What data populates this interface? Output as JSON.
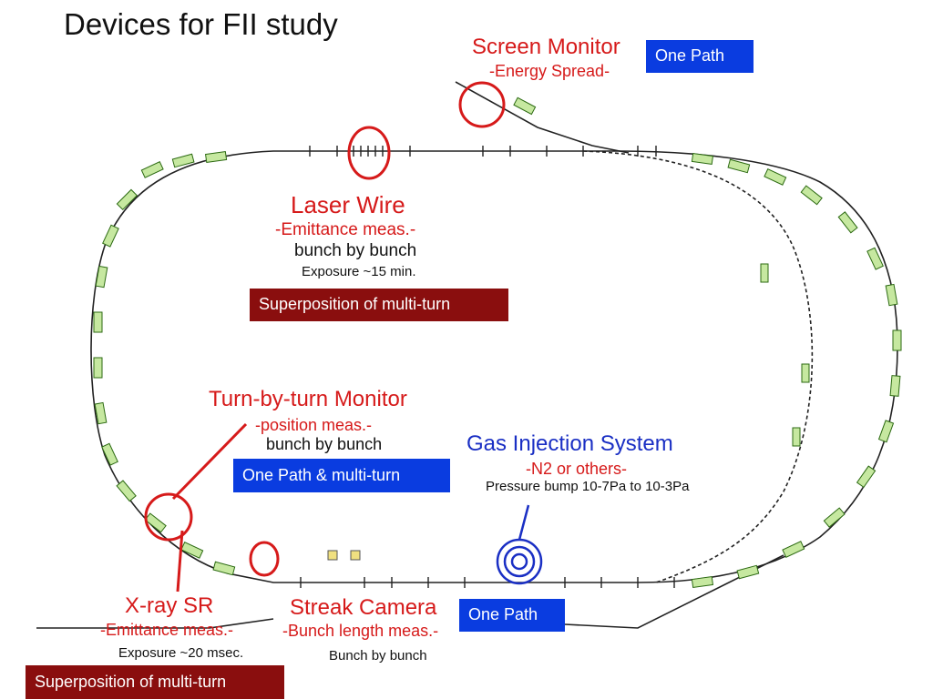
{
  "title": "Devices for FII study",
  "colors": {
    "accent_red": "#d61a1a",
    "accent_blue": "#1a2fc4",
    "badge_blue": "#0a3ce0",
    "badge_dark_red": "#8a0e0e",
    "magnet_green": "#c6e8a0"
  },
  "devices": {
    "screen_monitor": {
      "title": "Screen Monitor",
      "subtitle": "-Energy Spread-",
      "badge": "One Path"
    },
    "laser_wire": {
      "title": "Laser Wire",
      "subtitle": "-Emittance meas.-",
      "line3": "bunch by bunch",
      "line4": "Exposure ~15 min.",
      "badge": "Superposition of multi-turn"
    },
    "turn_by_turn": {
      "title": "Turn-by-turn Monitor",
      "subtitle": "-position meas.-",
      "line3": "bunch by bunch",
      "badge": "One Path & multi-turn"
    },
    "gas_injection": {
      "title": "Gas Injection System",
      "subtitle": "-N2 or others-",
      "line3": "Pressure bump 10-7Pa to 10-3Pa"
    },
    "xray_sr": {
      "title": "X-ray SR",
      "subtitle": "-Emittance meas.-",
      "line3": "Exposure ~20 msec.",
      "badge": "Superposition of multi-turn"
    },
    "streak_camera": {
      "title": "Streak Camera",
      "subtitle": "-Bunch length meas.-",
      "line3": "Bunch by bunch",
      "badge": "One Path"
    }
  }
}
